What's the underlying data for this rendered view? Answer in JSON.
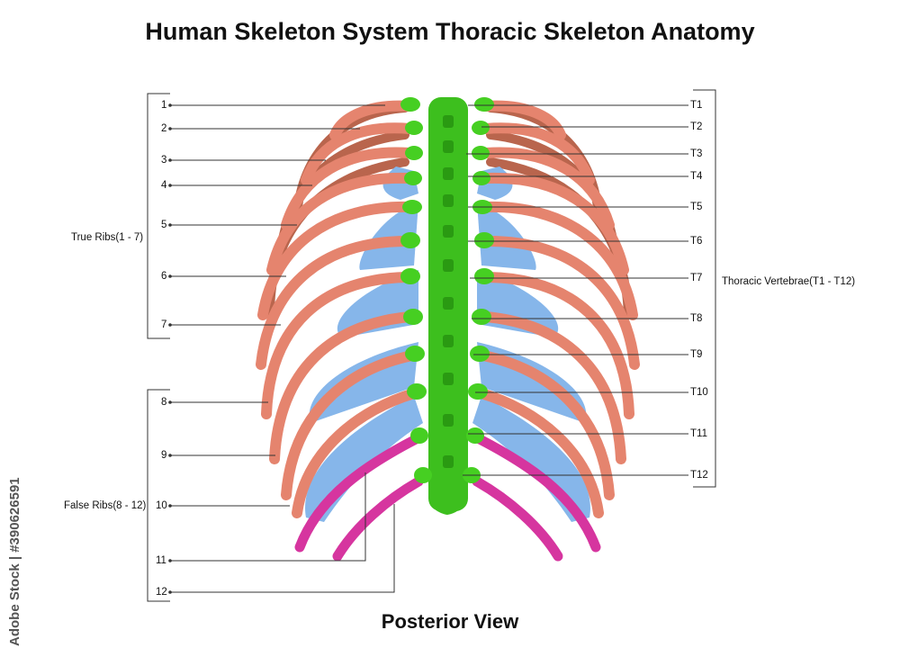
{
  "title": "Human Skeleton System Thoracic Skeleton Anatomy",
  "subtitle": "Posterior View",
  "groups": {
    "true_ribs": "True Ribs(1 - 7)",
    "false_ribs": "False Ribs(8 - 12)",
    "vertebrae": "Thoracic Vertebrae(T1 - T12)"
  },
  "rib_labels": [
    "1",
    "2",
    "3",
    "4",
    "5",
    "6",
    "7",
    "8",
    "9",
    "10",
    "11",
    "12"
  ],
  "vertebra_labels": [
    "T1",
    "T2",
    "T3",
    "T4",
    "T5",
    "T6",
    "T7",
    "T8",
    "T9",
    "T10",
    "T11",
    "T12"
  ],
  "watermark": "Adobe Stock | #390626591",
  "colors": {
    "rib": "#e5846e",
    "rib_back": "#b9654d",
    "cartilage": "#86b6ea",
    "vertebra": "#3dbf1e",
    "floating_rib": "#d6359f"
  }
}
